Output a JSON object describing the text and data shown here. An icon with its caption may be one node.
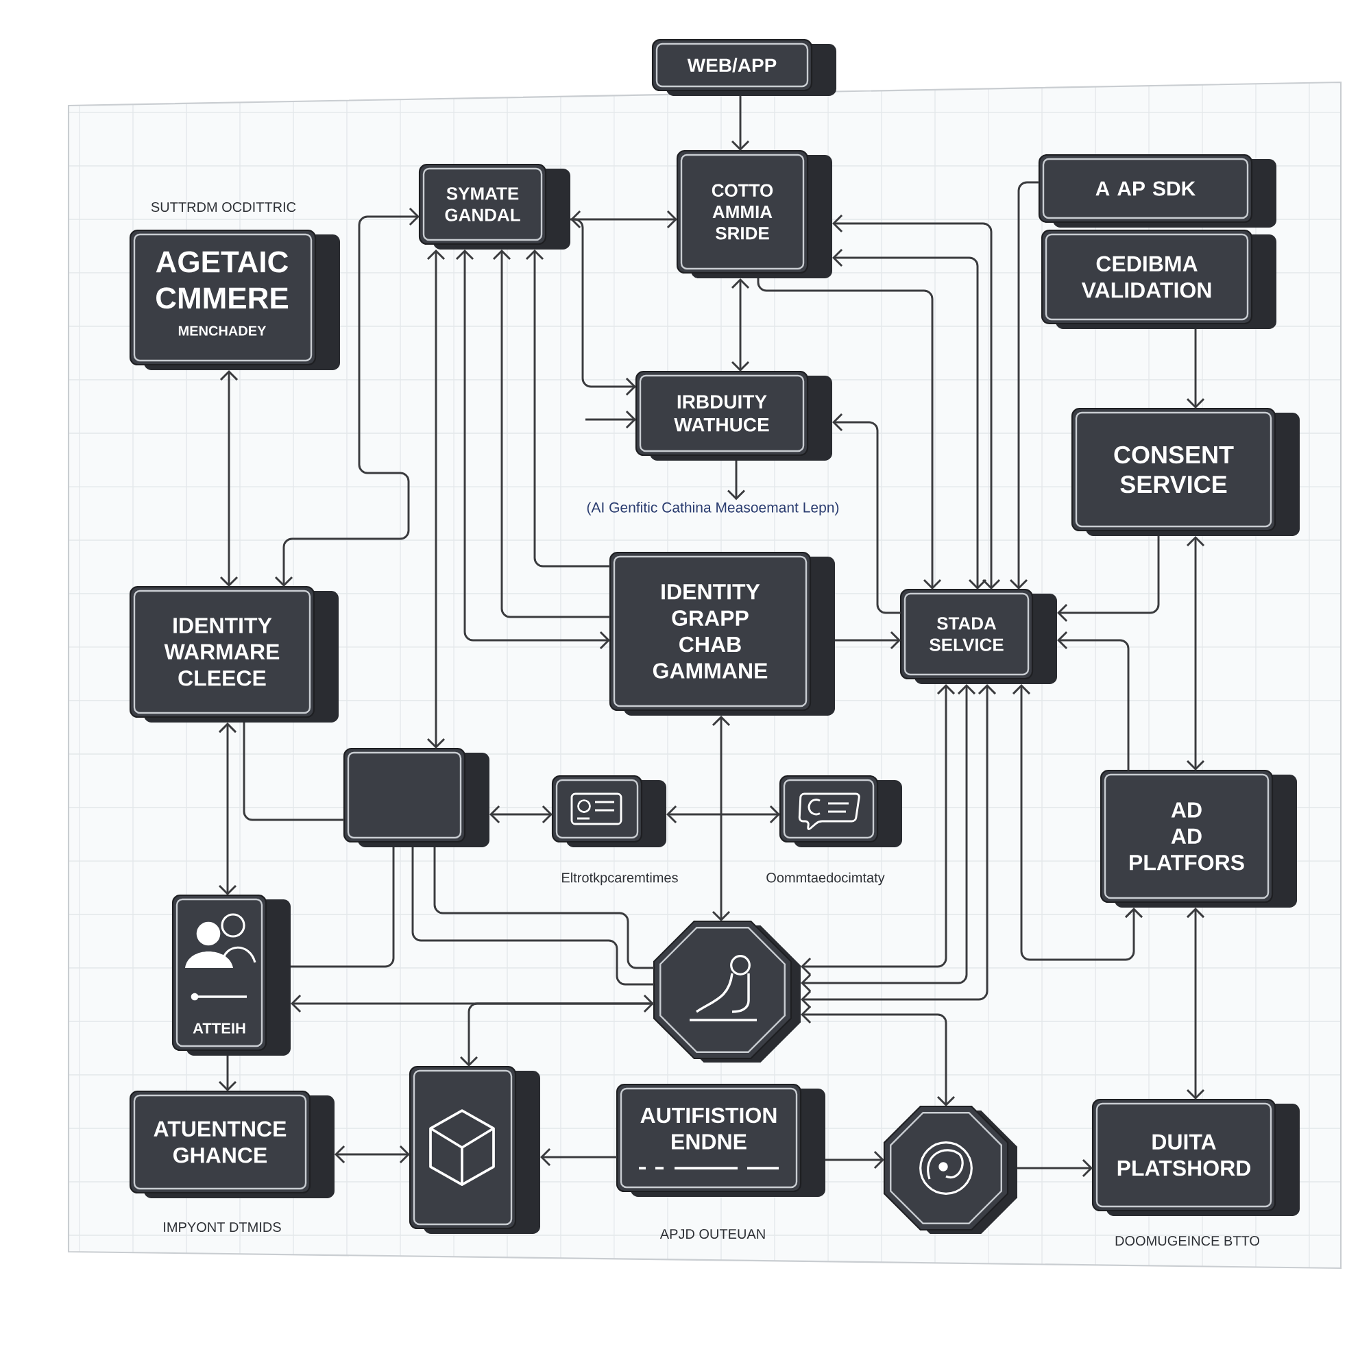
{
  "diagram": {
    "nodes": [
      {
        "text": [
          "WEB/APP"
        ]
      },
      {
        "text": [
          "AGETAIC CMMERE",
          "MENCHADEY"
        ],
        "beside": [
          "SUTTRDM OCDITTRIC"
        ]
      },
      {
        "text": [
          "SYMATE GANDAL"
        ]
      },
      {
        "text": [
          "COTTO AMMIA SRIDE"
        ]
      },
      {
        "text": [
          "IRBDUITY WATHUCE"
        ]
      },
      {
        "text": [
          "A AP SDK"
        ]
      },
      {
        "text": [
          "CEDIBMA VALIDATION"
        ]
      },
      {
        "text": [
          "CONSENT SERVICE"
        ]
      },
      {
        "text": [
          "IDENTITY WARMARE CLEECE"
        ]
      },
      {
        "text": [
          "IDENTITY GRAPP CHAB GAMMANE"
        ]
      },
      {
        "text": [
          "STADA SELVICE"
        ]
      },
      {
        "text": [],
        "shape": "box"
      },
      {
        "text": [],
        "shape": "box",
        "beside": [
          "Eltrotkpcaremtimes"
        ]
      },
      {
        "text": [],
        "shape": "box",
        "beside": [
          "Oommtaedocimtaty"
        ]
      },
      {
        "text": [
          "AD AD PLATFORS"
        ]
      },
      {
        "text": [
          "ATTEIH"
        ]
      },
      {
        "text": [],
        "shape": "octagon"
      },
      {
        "text": [
          "ATUENTNCE GHANCE"
        ],
        "beside": [
          "IMPYONT DTMIDS"
        ]
      },
      {
        "text": [],
        "shape": "box"
      },
      {
        "text": [
          "AUTIFISTION ENDNE"
        ],
        "beside": [
          "APJD OUTEUAN"
        ]
      },
      {
        "text": [],
        "shape": "octagon"
      },
      {
        "text": [
          "DUITA PLATSHORD"
        ],
        "beside": [
          "DOOMUGEINCE BTTO"
        ]
      },
      {
        "text": [
          "(AI Genfitic Cathina Measoemant Lepn)"
        ]
      }
    ],
    "edges": [
      {
        "from": 0,
        "to": 3,
        "arrow": "to"
      },
      {
        "from": 8,
        "to": 2,
        "arrow": "both"
      },
      {
        "from": 1,
        "to": 8,
        "arrow": "both"
      },
      {
        "from": 2,
        "to": 11,
        "arrow": "both"
      },
      {
        "from": 2,
        "to": 9,
        "arrow": "both"
      },
      {
        "from": 9,
        "to": 2,
        "arrow": "to"
      },
      {
        "from": 9,
        "to": 2,
        "arrow": "to"
      },
      {
        "from": 2,
        "to": 3,
        "arrow": "both"
      },
      {
        "from": 2,
        "to": 4,
        "arrow": "to"
      },
      {
        "from": null,
        "to": 4,
        "arrow": "to"
      },
      {
        "from": 3,
        "to": 4,
        "arrow": "both"
      },
      {
        "from": 4,
        "to": 22,
        "arrow": "to"
      },
      {
        "from": 10,
        "to": 4,
        "arrow": "to"
      },
      {
        "from": 9,
        "to": 10,
        "arrow": "to"
      },
      {
        "from": 3,
        "to": 10,
        "arrow": "both"
      },
      {
        "from": 3,
        "to": 10,
        "arrow": "both"
      },
      {
        "from": 3,
        "to": 10,
        "arrow": "to"
      },
      {
        "from": 5,
        "to": 10,
        "arrow": "to"
      },
      {
        "from": 6,
        "to": 7,
        "arrow": "to"
      },
      {
        "from": 7,
        "to": 14,
        "arrow": "both"
      },
      {
        "from": 7,
        "to": 10,
        "arrow": "to"
      },
      {
        "from": 14,
        "to": 10,
        "arrow": "to"
      },
      {
        "from": 10,
        "to": 14,
        "arrow": "both"
      },
      {
        "from": 14,
        "to": 21,
        "arrow": "both"
      },
      {
        "from": 10,
        "to": 16,
        "arrow": "both"
      },
      {
        "from": 10,
        "to": 16,
        "arrow": "both"
      },
      {
        "from": 10,
        "to": 16,
        "arrow": "both"
      },
      {
        "from": 16,
        "to": 20,
        "arrow": "both"
      },
      {
        "from": 20,
        "to": 21,
        "arrow": "to"
      },
      {
        "from": 19,
        "to": 20,
        "arrow": "to"
      },
      {
        "from": 19,
        "to": 18,
        "arrow": "to"
      },
      {
        "from": 17,
        "to": 18,
        "arrow": "both"
      },
      {
        "from": 15,
        "to": 17,
        "arrow": "to"
      },
      {
        "from": 8,
        "to": 15,
        "arrow": "both"
      },
      {
        "from": 8,
        "to": 11,
        "arrow": "none"
      },
      {
        "from": 11,
        "to": 12,
        "arrow": "both"
      },
      {
        "from": 12,
        "to": 13,
        "arrow": "both"
      },
      {
        "from": 9,
        "to": 16,
        "arrow": "both"
      },
      {
        "from": 11,
        "to": 15,
        "arrow": "none"
      },
      {
        "from": 11,
        "to": 16,
        "arrow": "none"
      },
      {
        "from": 11,
        "to": 16,
        "arrow": "none"
      },
      {
        "from": 15,
        "to": 16,
        "arrow": "both"
      },
      {
        "from": 16,
        "to": 18,
        "arrow": "to"
      }
    ]
  }
}
